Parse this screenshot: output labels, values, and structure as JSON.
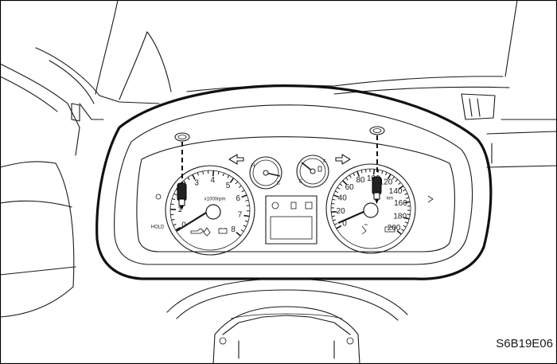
{
  "figure_code": "S6B19E06",
  "tachometer": {
    "unit": "x1000rpm",
    "scale": [
      "0",
      "1",
      "2",
      "3",
      "4",
      "5",
      "6",
      "7",
      "8"
    ]
  },
  "speedometer": {
    "unit": "km",
    "scale": [
      "0",
      "20",
      "40",
      "60",
      "80",
      "100",
      "120",
      "140",
      "160",
      "180",
      "200"
    ]
  },
  "temp_gauge": {
    "high_label": "H",
    "low_label": "C"
  },
  "fuel_gauge": {
    "full_label": "F",
    "empty_label": "E"
  },
  "indicator_label": "HOLD",
  "colors": {
    "line": "#1a1a1a",
    "background": "#ffffff"
  },
  "icons": [
    "screwdriver-icon",
    "turn-left-arrow-icon",
    "turn-right-arrow-icon",
    "fuel-pump-icon",
    "coolant-icon",
    "oil-icon",
    "battery-icon",
    "seatbelt-icon"
  ]
}
